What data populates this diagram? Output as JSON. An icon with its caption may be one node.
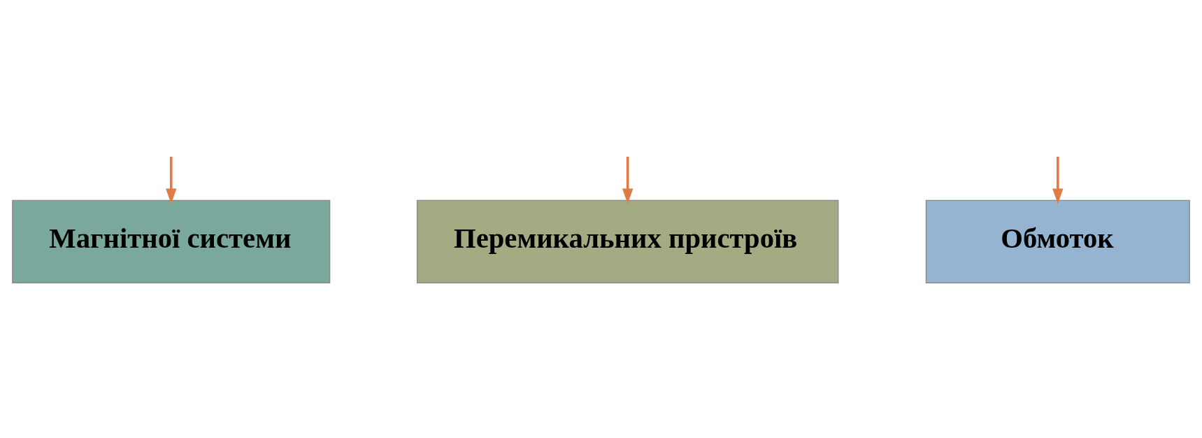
{
  "diagram": {
    "nodes": [
      {
        "text": [
          "Магнітної системи"
        ]
      },
      {
        "text": [
          "Перемикальних пристроїв"
        ]
      },
      {
        "text": [
          "Обмоток"
        ]
      }
    ],
    "edges": [
      {
        "from": null,
        "to": 0,
        "arrow": "to"
      },
      {
        "from": null,
        "to": 2,
        "arrow": "to"
      },
      {
        "from": null,
        "to": 1,
        "arrow": "to"
      }
    ]
  }
}
